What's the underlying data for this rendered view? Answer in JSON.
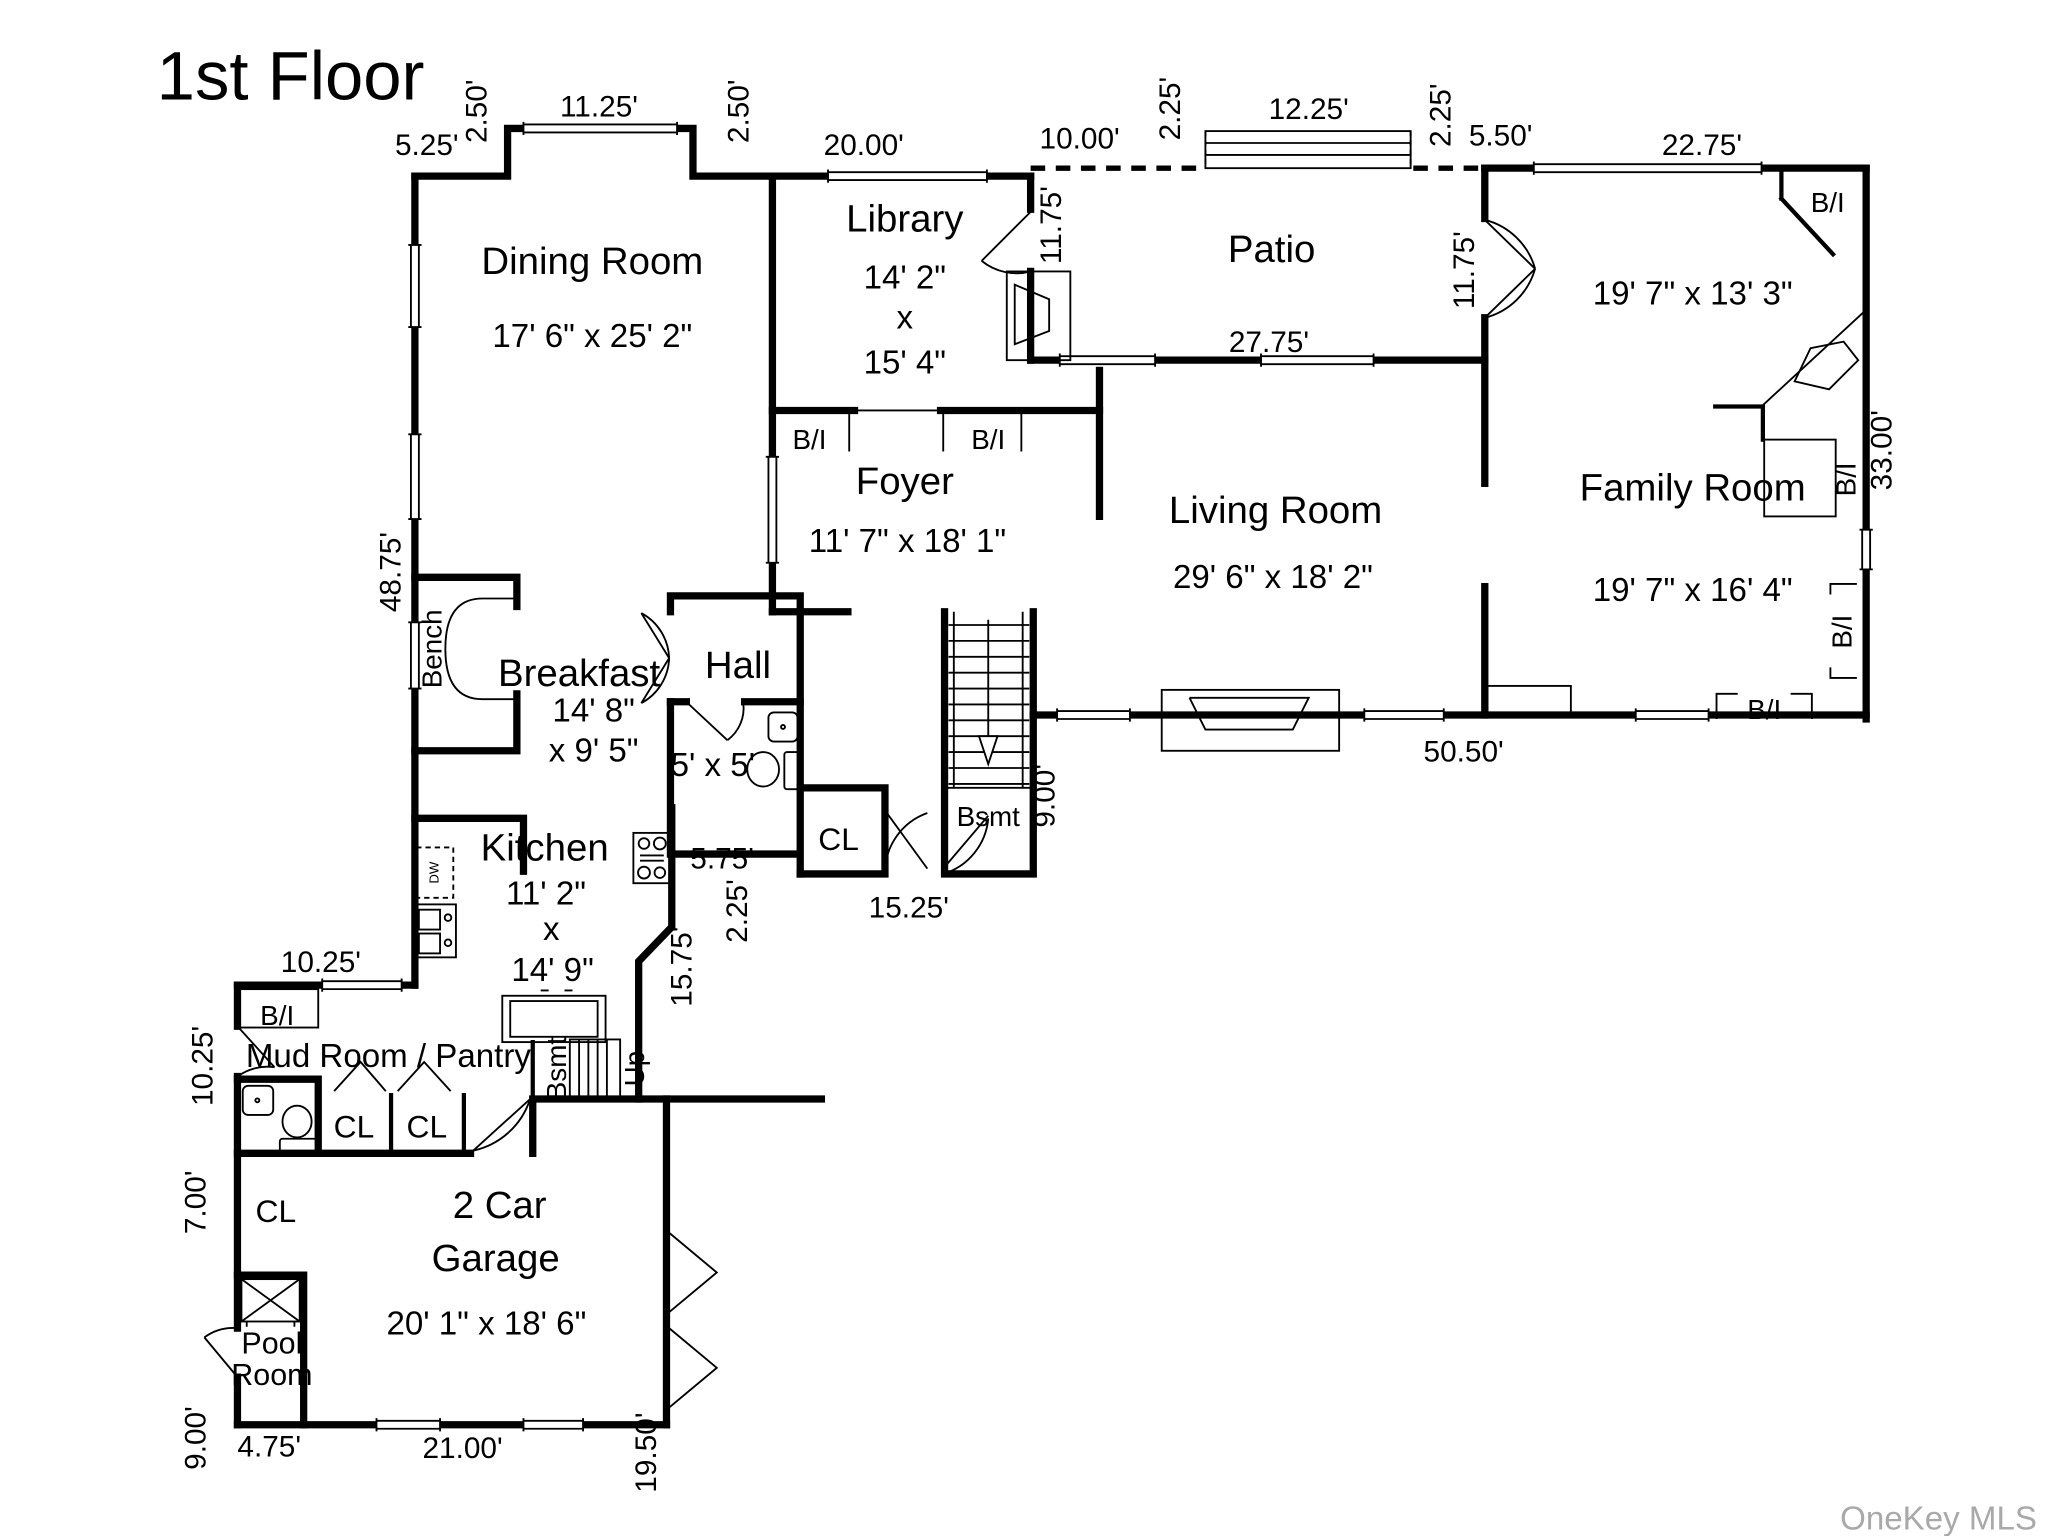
{
  "title": "1st Floor",
  "watermark": "OneKey MLS",
  "colors": {
    "wall": "#000000",
    "text": "#000000",
    "watermark": "#a9a9a9",
    "background": "#ffffff"
  },
  "rooms": {
    "dining": {
      "name": "Dining Room",
      "dims": "17' 6\" x 25' 2\""
    },
    "library": {
      "name": "Library",
      "width": "14' 2\"",
      "by": "x",
      "depth": "15' 4\""
    },
    "patio": {
      "name": "Patio"
    },
    "family": {
      "name": "Family Room",
      "upper_dims": "19' 7\" x 13' 3\"",
      "lower_dims": "19' 7\" x 16' 4\""
    },
    "foyer": {
      "name": "Foyer",
      "dims": "11' 7\" x 18' 1\""
    },
    "living": {
      "name": "Living Room",
      "dims": "29' 6\" x 18' 2\""
    },
    "breakfast": {
      "name": "Breakfast",
      "width": "14' 8\"",
      "depth": "x 9' 5\""
    },
    "hall": {
      "name": "Hall"
    },
    "powder": {
      "dims": "5' x 5'"
    },
    "kitchen": {
      "name": "Kitchen",
      "width": "11' 2\"",
      "by": "x",
      "depth": "14' 9\""
    },
    "mudroom": {
      "name": "Mud Room / Pantry"
    },
    "garage": {
      "name_line1": "2 Car",
      "name_line2": "Garage",
      "dims": "20' 1\" x 18' 6\""
    },
    "pool_room": {
      "name_line1": "Pool",
      "name_line2": "Room"
    }
  },
  "annotations": {
    "bench": "Bench",
    "dishwasher": "DW",
    "up": "Up",
    "basement": "Bsmt",
    "closet": "CL",
    "built_in": "B/I"
  },
  "dimensions": {
    "d5_25": "5.25'",
    "d2_50": "2.50'",
    "d11_25": "11.25'",
    "d20_00": "20.00'",
    "d10_00": "10.00'",
    "d2_25": "2.25'",
    "d12_25": "12.25'",
    "d5_50": "5.50'",
    "d22_75": "22.75'",
    "d11_75": "11.75'",
    "d27_75": "27.75'",
    "d33_00": "33.00'",
    "d48_75": "48.75'",
    "d50_50": "50.50'",
    "d9_00": "9.00'",
    "d15_25": "15.25'",
    "d5_75": "5.75'",
    "d15_75": "15.75'",
    "d10_25": "10.25'",
    "d7_00": "7.00'",
    "d4_75": "4.75'",
    "d21_00": "21.00'",
    "d19_50": "19.50'"
  }
}
